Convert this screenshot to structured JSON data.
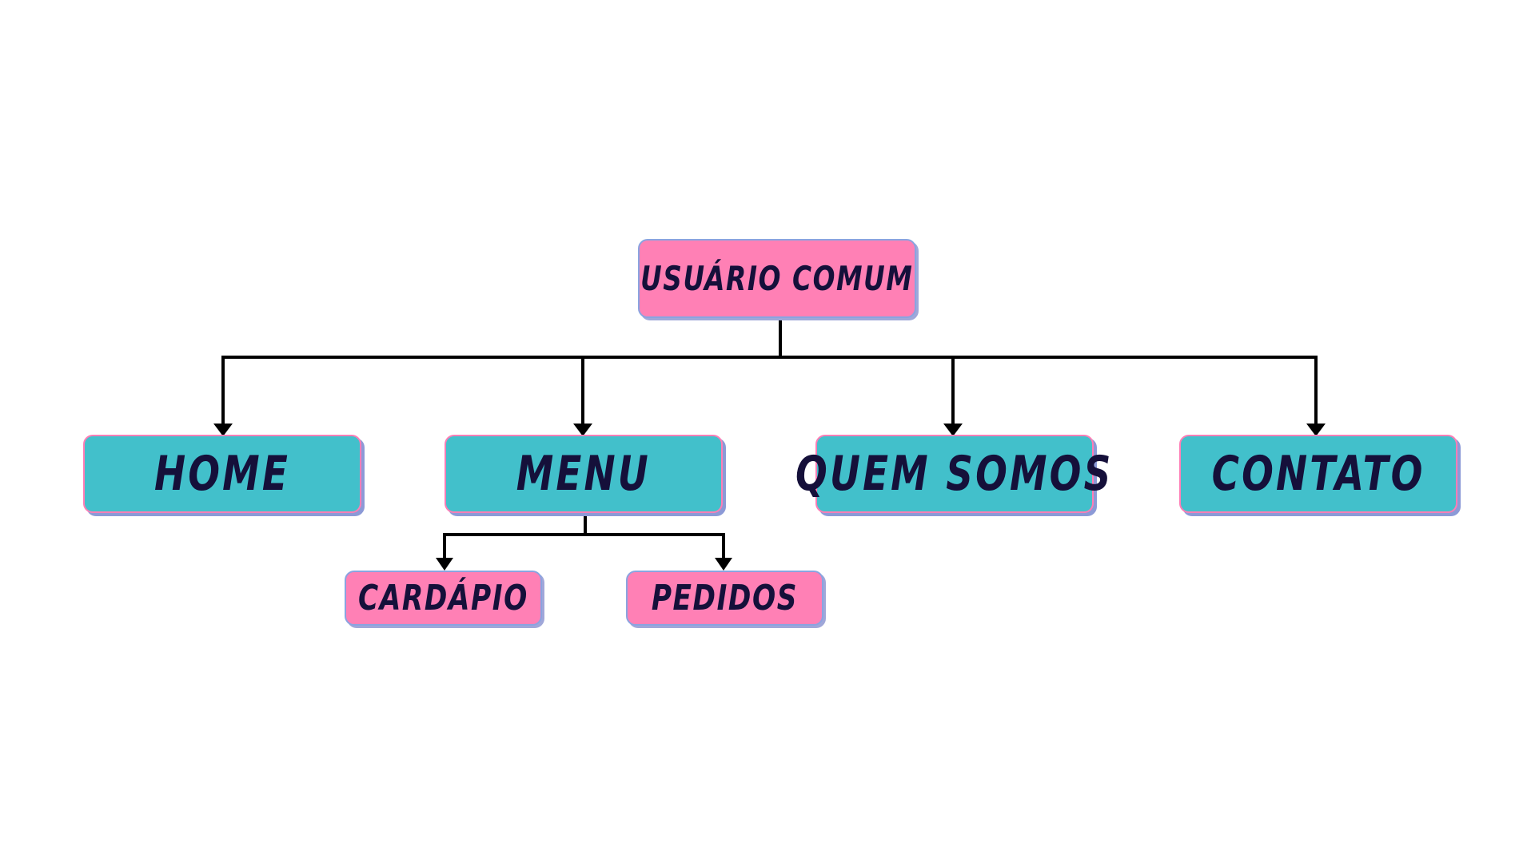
{
  "diagram": {
    "root": {
      "label": "USUÁRIO COMUM"
    },
    "children": [
      {
        "label": "HOME"
      },
      {
        "label": "MENU"
      },
      {
        "label": "QUEM SOMOS"
      },
      {
        "label": "CONTATO"
      }
    ],
    "menu_children": [
      {
        "label": "CARDÁPIO"
      },
      {
        "label": "PEDIDOS"
      }
    ]
  },
  "colors": {
    "primary_node": "#42c0cb",
    "secondary_node": "#ff80b5",
    "text": "#15103a",
    "connector": "#000000",
    "background": "#ffffff"
  }
}
